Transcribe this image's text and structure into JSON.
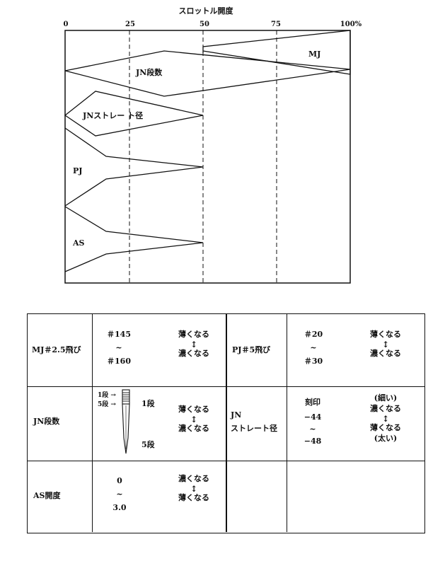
{
  "diagram": {
    "title": "スロットル開度",
    "ticks": [
      "0",
      "25",
      "50",
      "75",
      "100%"
    ],
    "bands": [
      {
        "key": "mj",
        "label": "MJ"
      },
      {
        "key": "jn_steps",
        "label": "JN段数"
      },
      {
        "key": "jn_straight",
        "label": "JNストレー ト径"
      },
      {
        "key": "pj",
        "label": "PJ"
      },
      {
        "key": "as",
        "label": "AS"
      }
    ]
  },
  "table": {
    "mj": {
      "label": "MJ＃2.5飛び",
      "values": [
        "＃145",
        "~",
        "＃160"
      ],
      "effect_top": "薄くなる",
      "effect_bottom": "濃くなる"
    },
    "pj": {
      "label": "PJ＃5飛び",
      "values": [
        "＃20",
        "~",
        "＃30"
      ],
      "effect_top": "薄くなる",
      "effect_bottom": "濃くなる"
    },
    "jn_steps": {
      "label": "JN段数",
      "needle_step1": "1段",
      "needle_step5": "5段",
      "step_top": "1段",
      "step_bottom": "5段",
      "effect_top": "薄くなる",
      "effect_bottom": "濃くなる"
    },
    "jn_straight": {
      "label_line1": "JN",
      "label_line2": "ストレート径",
      "marking_header": "刻印",
      "values": [
        "−44",
        "~",
        "−48"
      ],
      "thin": "(細い)",
      "effect_top": "濃くなる",
      "effect_bottom": "薄くなる",
      "thick": "(太い)"
    },
    "as": {
      "label": "AS開度",
      "values": [
        "0",
        "~",
        "3.0"
      ],
      "effect_top": "濃くなる",
      "effect_bottom": "薄くなる"
    }
  }
}
